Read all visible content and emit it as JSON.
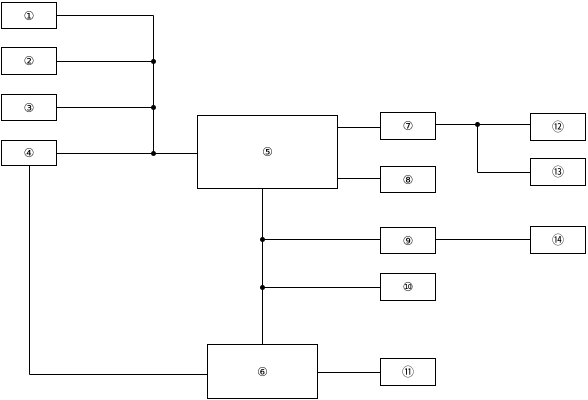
{
  "diagram": {
    "nodes": [
      {
        "id": "n1",
        "label": "①"
      },
      {
        "id": "n2",
        "label": "②"
      },
      {
        "id": "n3",
        "label": "③"
      },
      {
        "id": "n4",
        "label": "④"
      },
      {
        "id": "n5",
        "label": "⑤"
      },
      {
        "id": "n6",
        "label": "⑥"
      },
      {
        "id": "n7",
        "label": "⑦"
      },
      {
        "id": "n8",
        "label": "⑧"
      },
      {
        "id": "n9",
        "label": "⑨"
      },
      {
        "id": "n10",
        "label": "⑩"
      },
      {
        "id": "n11",
        "label": "⑪"
      },
      {
        "id": "n12",
        "label": "⑫"
      },
      {
        "id": "n13",
        "label": "⑬"
      },
      {
        "id": "n14",
        "label": "⑭"
      }
    ],
    "edges": [
      {
        "from": "n1",
        "to": "n5"
      },
      {
        "from": "n2",
        "to": "n5"
      },
      {
        "from": "n3",
        "to": "n5"
      },
      {
        "from": "n4",
        "to": "n5"
      },
      {
        "from": "n4",
        "to": "n6"
      },
      {
        "from": "n5",
        "to": "n7"
      },
      {
        "from": "n5",
        "to": "n8"
      },
      {
        "from": "n5",
        "to": "n9"
      },
      {
        "from": "n5",
        "to": "n10"
      },
      {
        "from": "n5",
        "to": "n6"
      },
      {
        "from": "n6",
        "to": "n11"
      },
      {
        "from": "n7",
        "to": "n12"
      },
      {
        "from": "n7",
        "to": "n13"
      },
      {
        "from": "n9",
        "to": "n14"
      }
    ]
  }
}
